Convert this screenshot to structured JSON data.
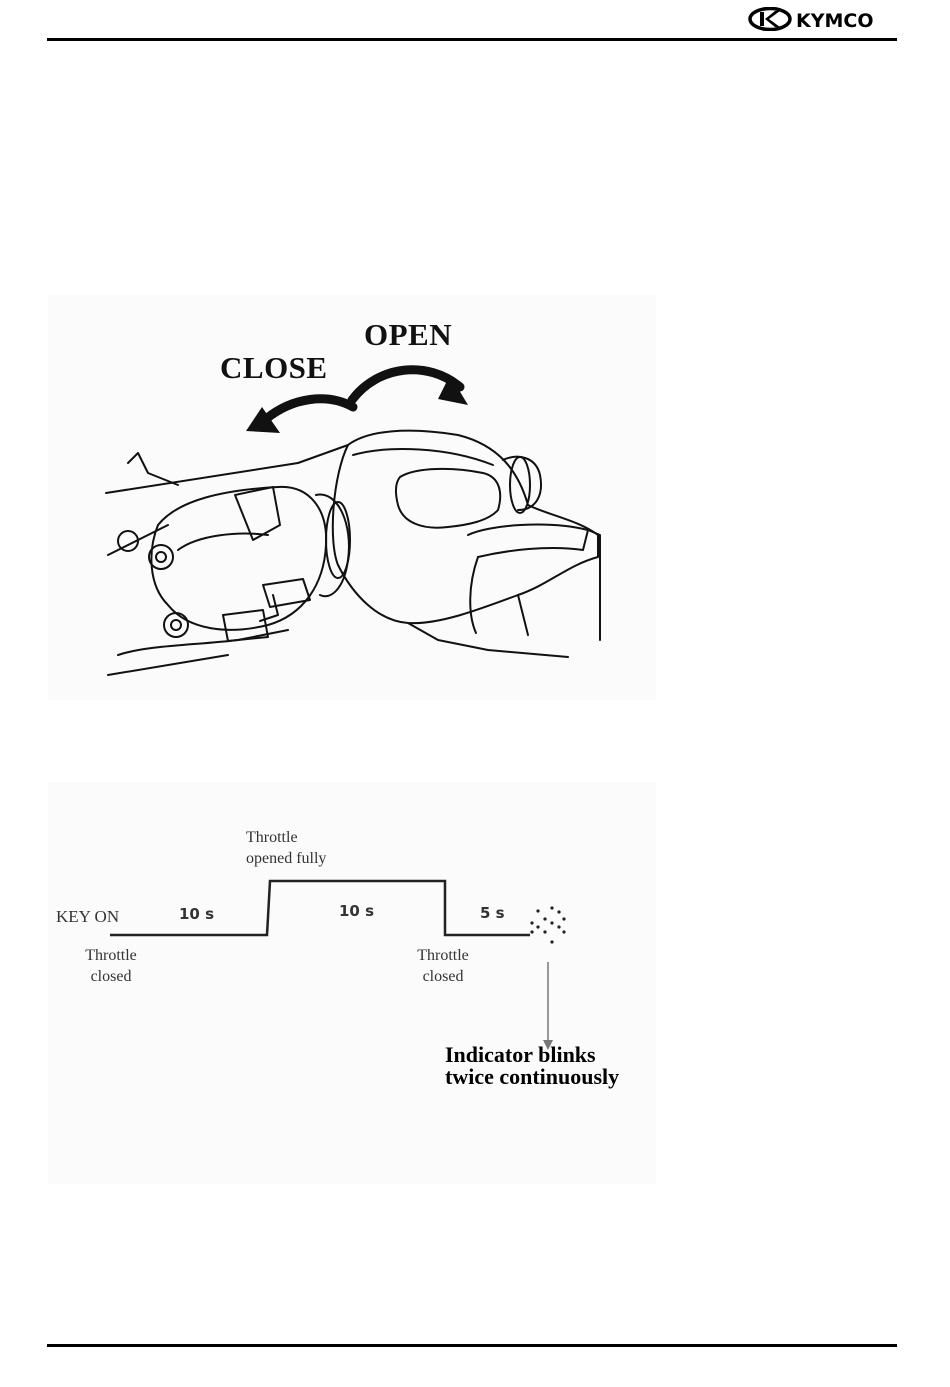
{
  "header": {
    "brand": "KYMCO"
  },
  "figure_throttle": {
    "open_label": "OPEN",
    "close_label": "CLOSE"
  },
  "figure_timing": {
    "key_on": "KEY ON",
    "throttle_opened_line1": "Throttle",
    "throttle_opened_line2": "opened fully",
    "throttle_closed_start_line1": "Throttle",
    "throttle_closed_start_line2": "closed",
    "throttle_closed_end_line1": "Throttle",
    "throttle_closed_end_line2": "closed",
    "segment_1": "10 s",
    "segment_2": "10 s",
    "segment_3": "5 s",
    "indicator_line1": "Indicator blinks",
    "indicator_line2": "twice continuously"
  }
}
